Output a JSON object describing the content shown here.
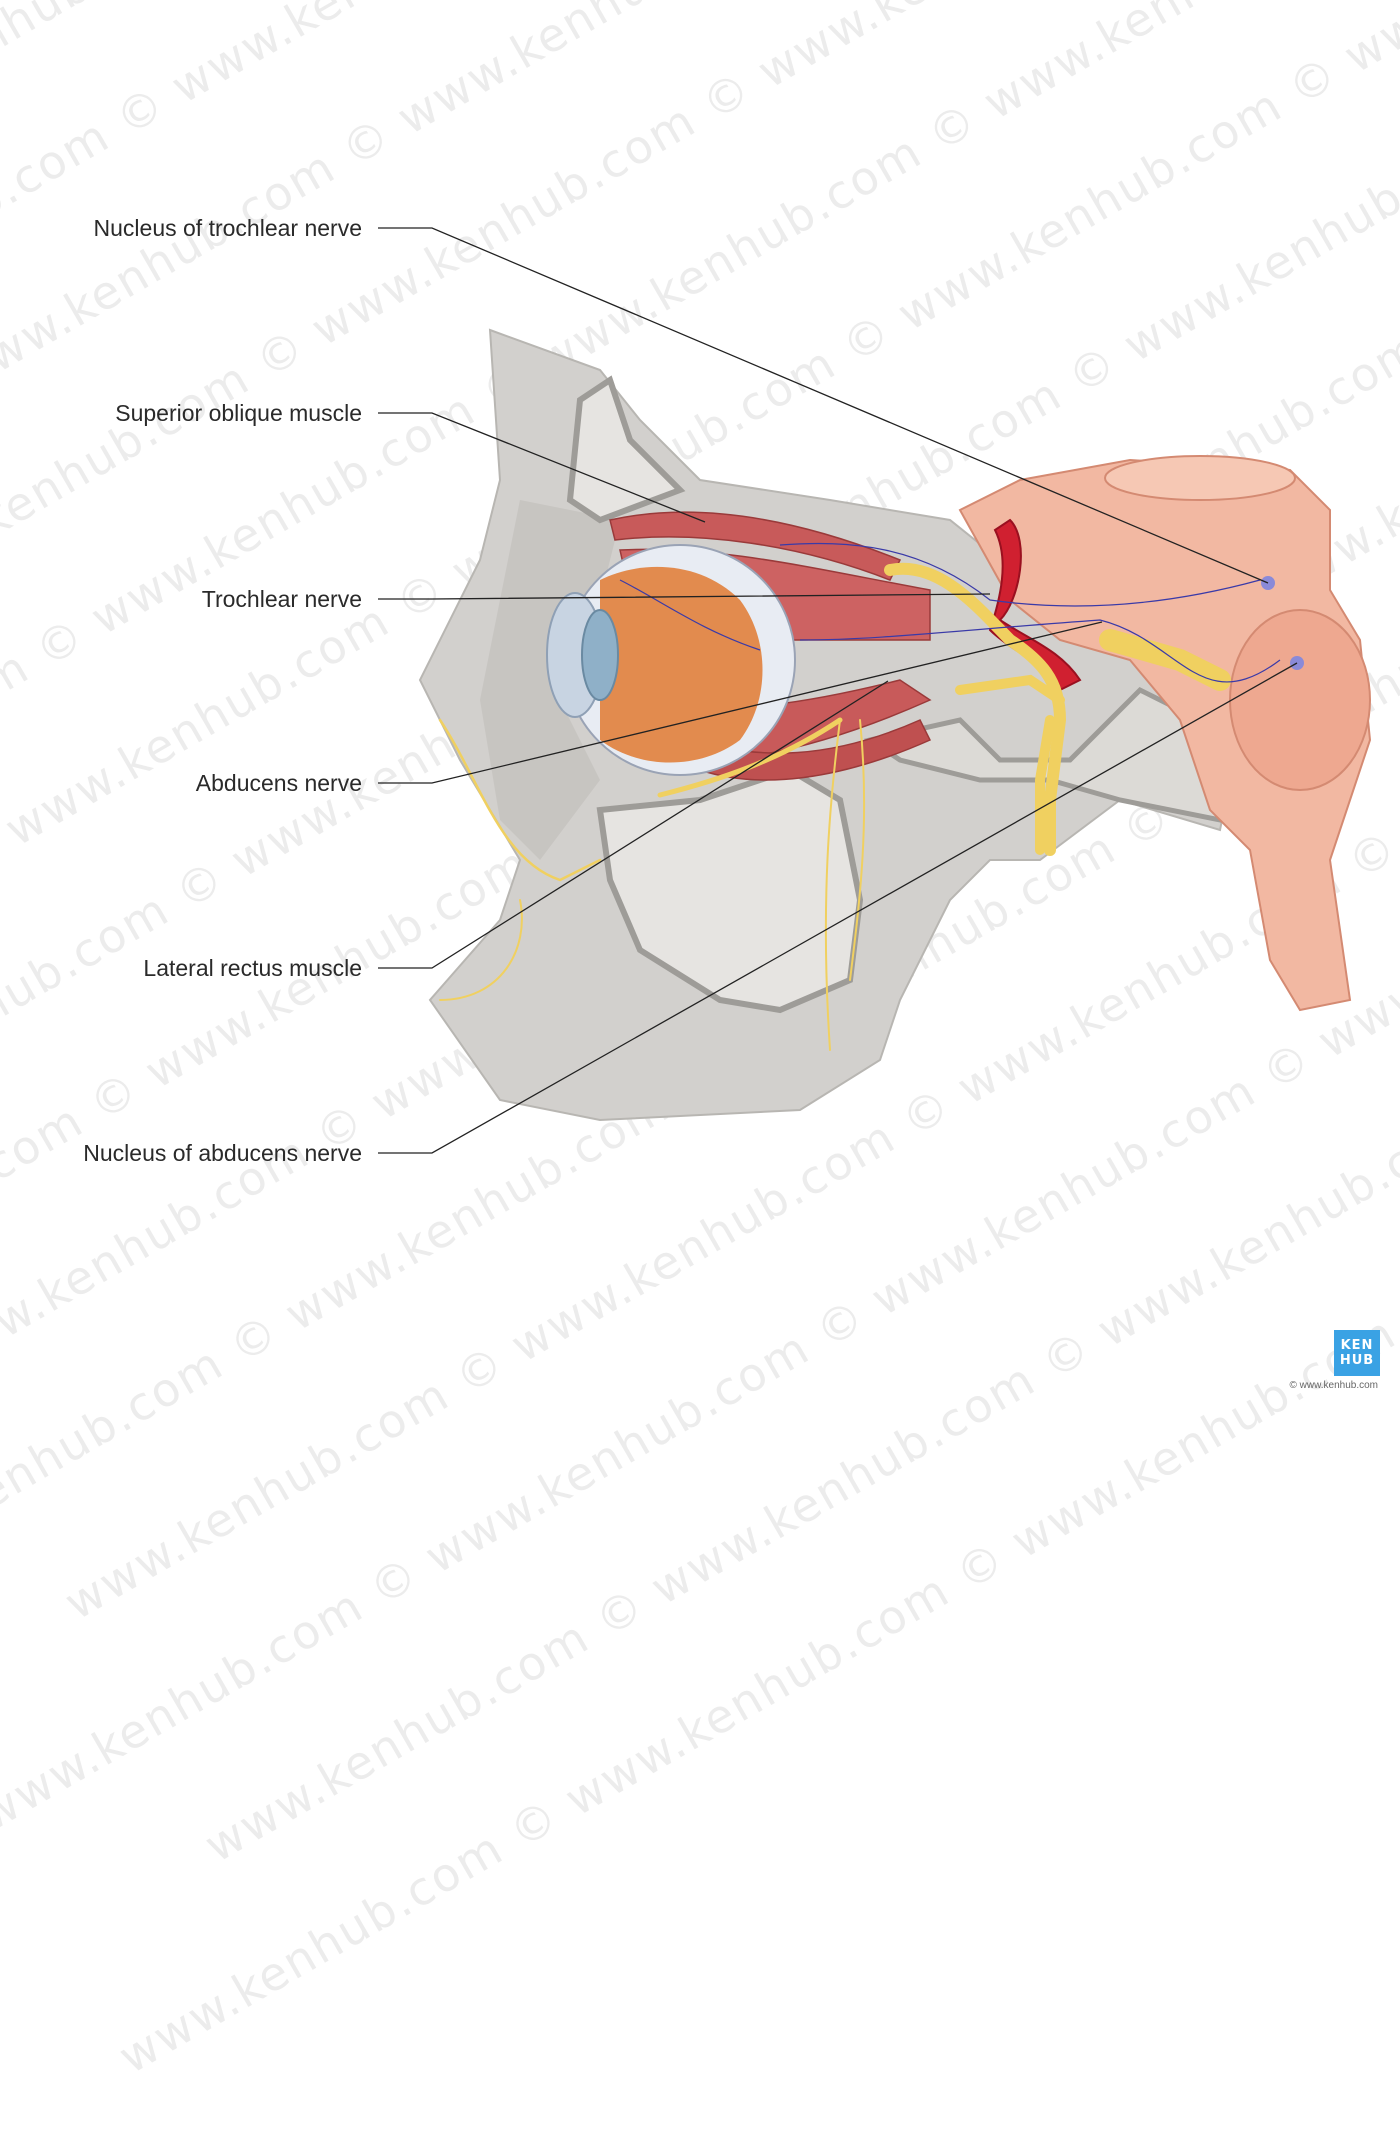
{
  "labels": [
    "Nucleus of trochlear nerve",
    "Superior oblique muscle",
    "Trochlear nerve",
    "Abducens nerve",
    "Lateral rectus muscle",
    "Nucleus of abducens nerve"
  ],
  "watermark": "www.kenhub.com ©",
  "logo": {
    "line1": "KEN",
    "line2": "HUB"
  },
  "copyright": "© www.kenhub.com",
  "colors": {
    "bone": "#d2d0cd",
    "muscle": "#c85a5a",
    "nerve": "#f0d060",
    "brainstem": "#f2b8a2",
    "artery": "#d02030",
    "eye_lens": "#8fb0c8",
    "leader_line": "#222222",
    "logo": "#3aa2e4"
  }
}
